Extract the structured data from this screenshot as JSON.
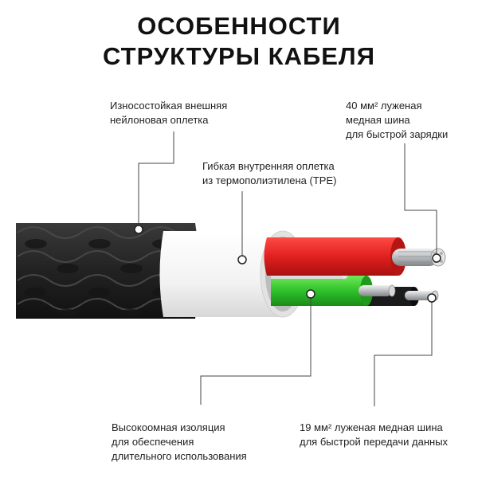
{
  "title": {
    "line1": "ОСОБЕННОСТИ",
    "line2": "СТРУКТУРЫ КАБЕЛЯ"
  },
  "callouts": {
    "outer_braid": {
      "lines": [
        "Износостойкая внешняя",
        "нейлоновая оплетка"
      ]
    },
    "inner_tpe": {
      "lines": [
        "Гибкая внутренняя оплетка",
        "из термополиэтилена (TPE)"
      ]
    },
    "power_wire": {
      "lines": [
        "40 мм² луженая",
        "медная шина",
        "для быстрой зарядки"
      ]
    },
    "insulation": {
      "lines": [
        "Высокоомная изоляция",
        "для обеспечения",
        "длительного использования"
      ]
    },
    "data_wire": {
      "lines": [
        "19 мм² луженая медная шина",
        "для быстрой передачи данных"
      ]
    }
  },
  "colors": {
    "braid": "#2a2a2a",
    "tpe": "#f4f4f4",
    "red_wire": "#e0201f",
    "white_wire": "#f7f7f7",
    "green_wire": "#2fc12a",
    "black_wire": "#1b1b1b",
    "copper": "#c9cbcd",
    "leader_line": "#444444"
  }
}
